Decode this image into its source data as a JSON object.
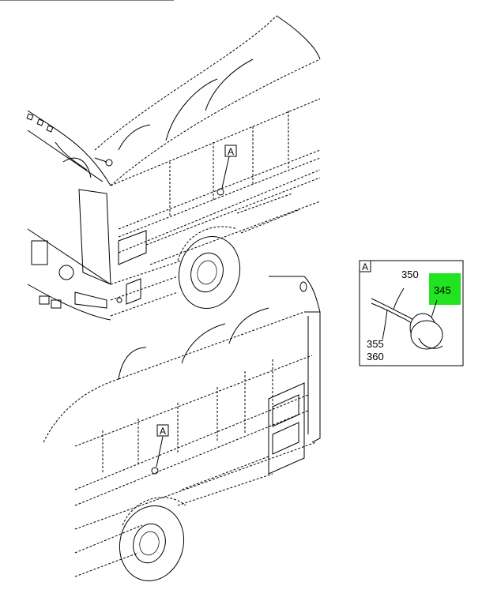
{
  "callouts": {
    "view_label_top": "A",
    "view_label_bottom": "A",
    "detail_label": "A"
  },
  "detail": {
    "part_350": "350",
    "part_345": "345",
    "part_355": "355",
    "part_360": "360",
    "highlight_color": "#22e31f"
  }
}
